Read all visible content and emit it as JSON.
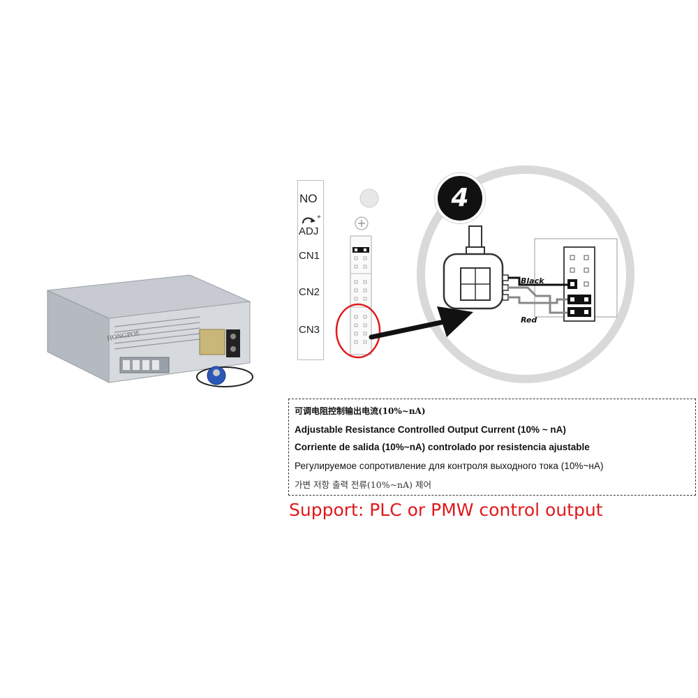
{
  "product": {
    "brand": "HONGPOE"
  },
  "panel": {
    "labels": [
      "NO",
      "ADJ",
      "CN1",
      "CN2",
      "CN3"
    ],
    "adj_plus": "+"
  },
  "callout": {
    "number": "4",
    "wire_black": "Black",
    "wire_red": "Red"
  },
  "caption": {
    "zh": "可调电阻控制输出电流(10%~nA)",
    "en": "Adjustable Resistance Controlled Output Current (10% ~ nA)",
    "es": "Corriente de salida (10%~nA) controlado por resistencia ajustable",
    "ru": "Регулируемое сопротивление для контроля выходного тока (10%~нA)",
    "ko": "가변 저항 출력 전류(10%~nA) 제어"
  },
  "support": "Support: PLC or PMW control output",
  "colors": {
    "highlight_red": "#e0191b",
    "callout_circle": "#d9d9d9",
    "badge": "#111111"
  }
}
